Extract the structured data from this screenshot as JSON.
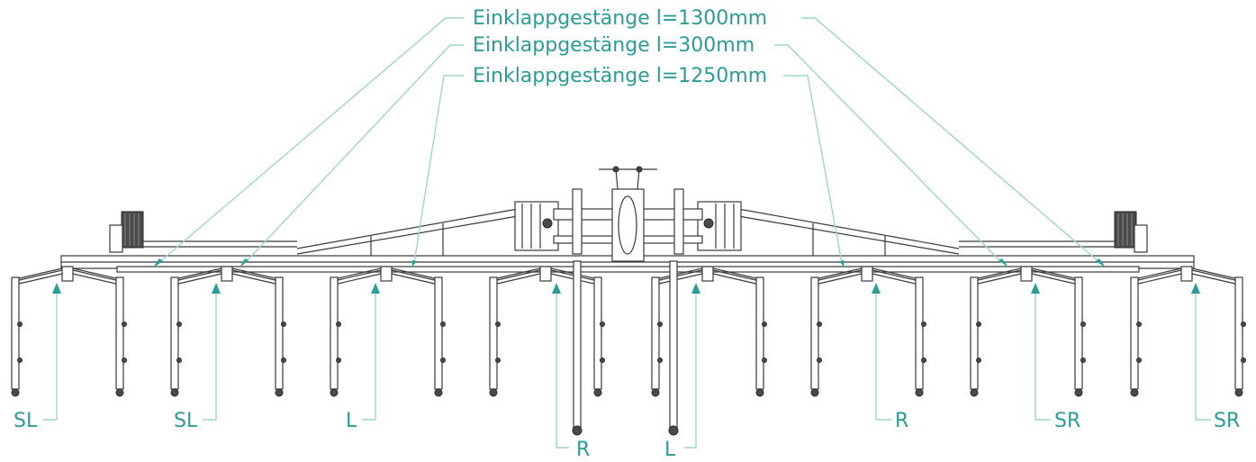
{
  "colors": {
    "accent": "#2a9d94",
    "leader": "#9fd4cf",
    "drawing": "#3a3a3a"
  },
  "callouts": {
    "rod_1300": "Einklappgestänge l=1300mm",
    "rod_300": "Einklappgestänge l=300mm",
    "rod_1250": "Einklappgestänge l=1250mm"
  },
  "labels": {
    "sl_outer": "SL",
    "sl_inner": "SL",
    "l_left": "L",
    "r_center": "R",
    "l_center": "L",
    "r_right": "R",
    "sr_inner": "SR",
    "sr_outer": "SR"
  }
}
